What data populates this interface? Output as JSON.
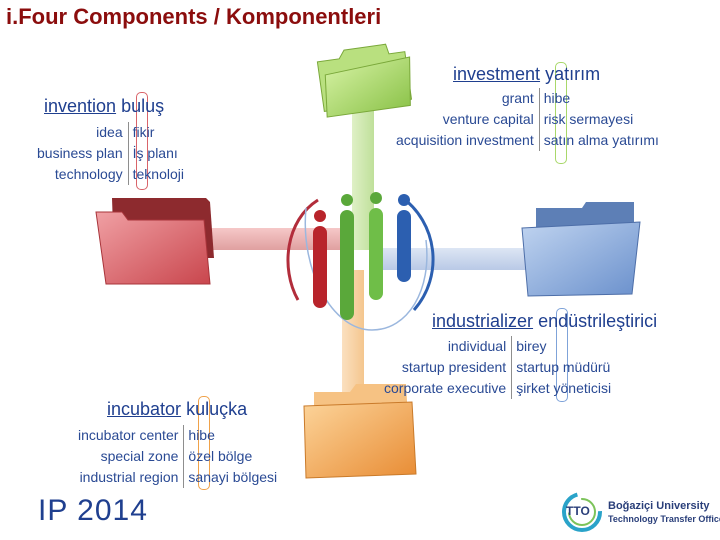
{
  "title": "i.Four Components / Komponentleri",
  "investment": {
    "heading_left": "investment",
    "heading_right": "yatırım",
    "rows": [
      {
        "left": "grant",
        "right": "hibe"
      },
      {
        "left": "venture capital",
        "right": "risk sermayesi"
      },
      {
        "left": "acquisition investment",
        "right": "satın alma yatırımı"
      }
    ]
  },
  "invention": {
    "heading_left": "invention",
    "heading_right": "buluş",
    "rows": [
      {
        "left": "idea",
        "right": "fikir"
      },
      {
        "left": "business plan",
        "right": "İş planı"
      },
      {
        "left": "technology",
        "right": "teknoloji"
      }
    ]
  },
  "industrializer": {
    "heading_left": "industrializer",
    "heading_right": "endüstrileştirici",
    "rows": [
      {
        "left": "individual",
        "right": "birey"
      },
      {
        "left": "startup president",
        "right": "startup müdürü"
      },
      {
        "left": "corporate executive",
        "right": "şirket yöneticisi"
      }
    ]
  },
  "incubator": {
    "heading_left": "incubator",
    "heading_right": "kuluçka",
    "rows": [
      {
        "left": "incubator center",
        "right": "hibe"
      },
      {
        "left": "special zone",
        "right": "özel bölge"
      },
      {
        "left": "industrial region",
        "right": "sanayi bölgesi"
      }
    ]
  },
  "footer": {
    "event": "IP 2014",
    "logo_mark": "TTO",
    "logo_line1": "Boğaziçi University",
    "logo_line2": "Technology Transfer Office"
  },
  "colors": {
    "title": "#8b0d0d",
    "text": "#1f3f8f",
    "folder_green": "#a9d86a",
    "folder_red": "#d9646a",
    "folder_blue": "#7fa3d9",
    "folder_orange": "#f0a24a",
    "pillar_red": "#b8242b",
    "pillar_green": "#5aa83a",
    "pillar_blue": "#2c5fb0"
  },
  "icons": [
    "folder-icon",
    "pillar-i-icon",
    "tto-logo-icon"
  ]
}
